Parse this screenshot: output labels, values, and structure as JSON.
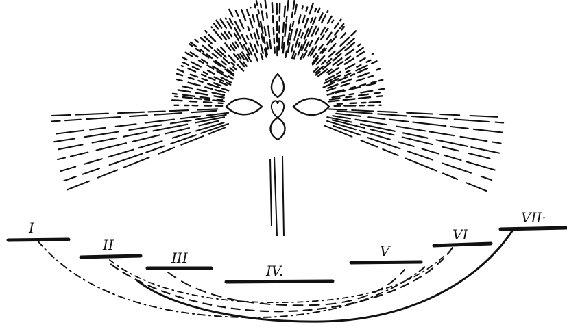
{
  "ink_color": "#111111",
  "background_color": "#ffffff",
  "levels": [
    {
      "numeral": "I"
    },
    {
      "numeral": "II"
    },
    {
      "numeral": "III"
    },
    {
      "numeral": "IV."
    },
    {
      "numeral": "V"
    },
    {
      "numeral": "VI"
    },
    {
      "numeral": "VII·"
    }
  ],
  "center_symbol": "heart-flower-icon"
}
